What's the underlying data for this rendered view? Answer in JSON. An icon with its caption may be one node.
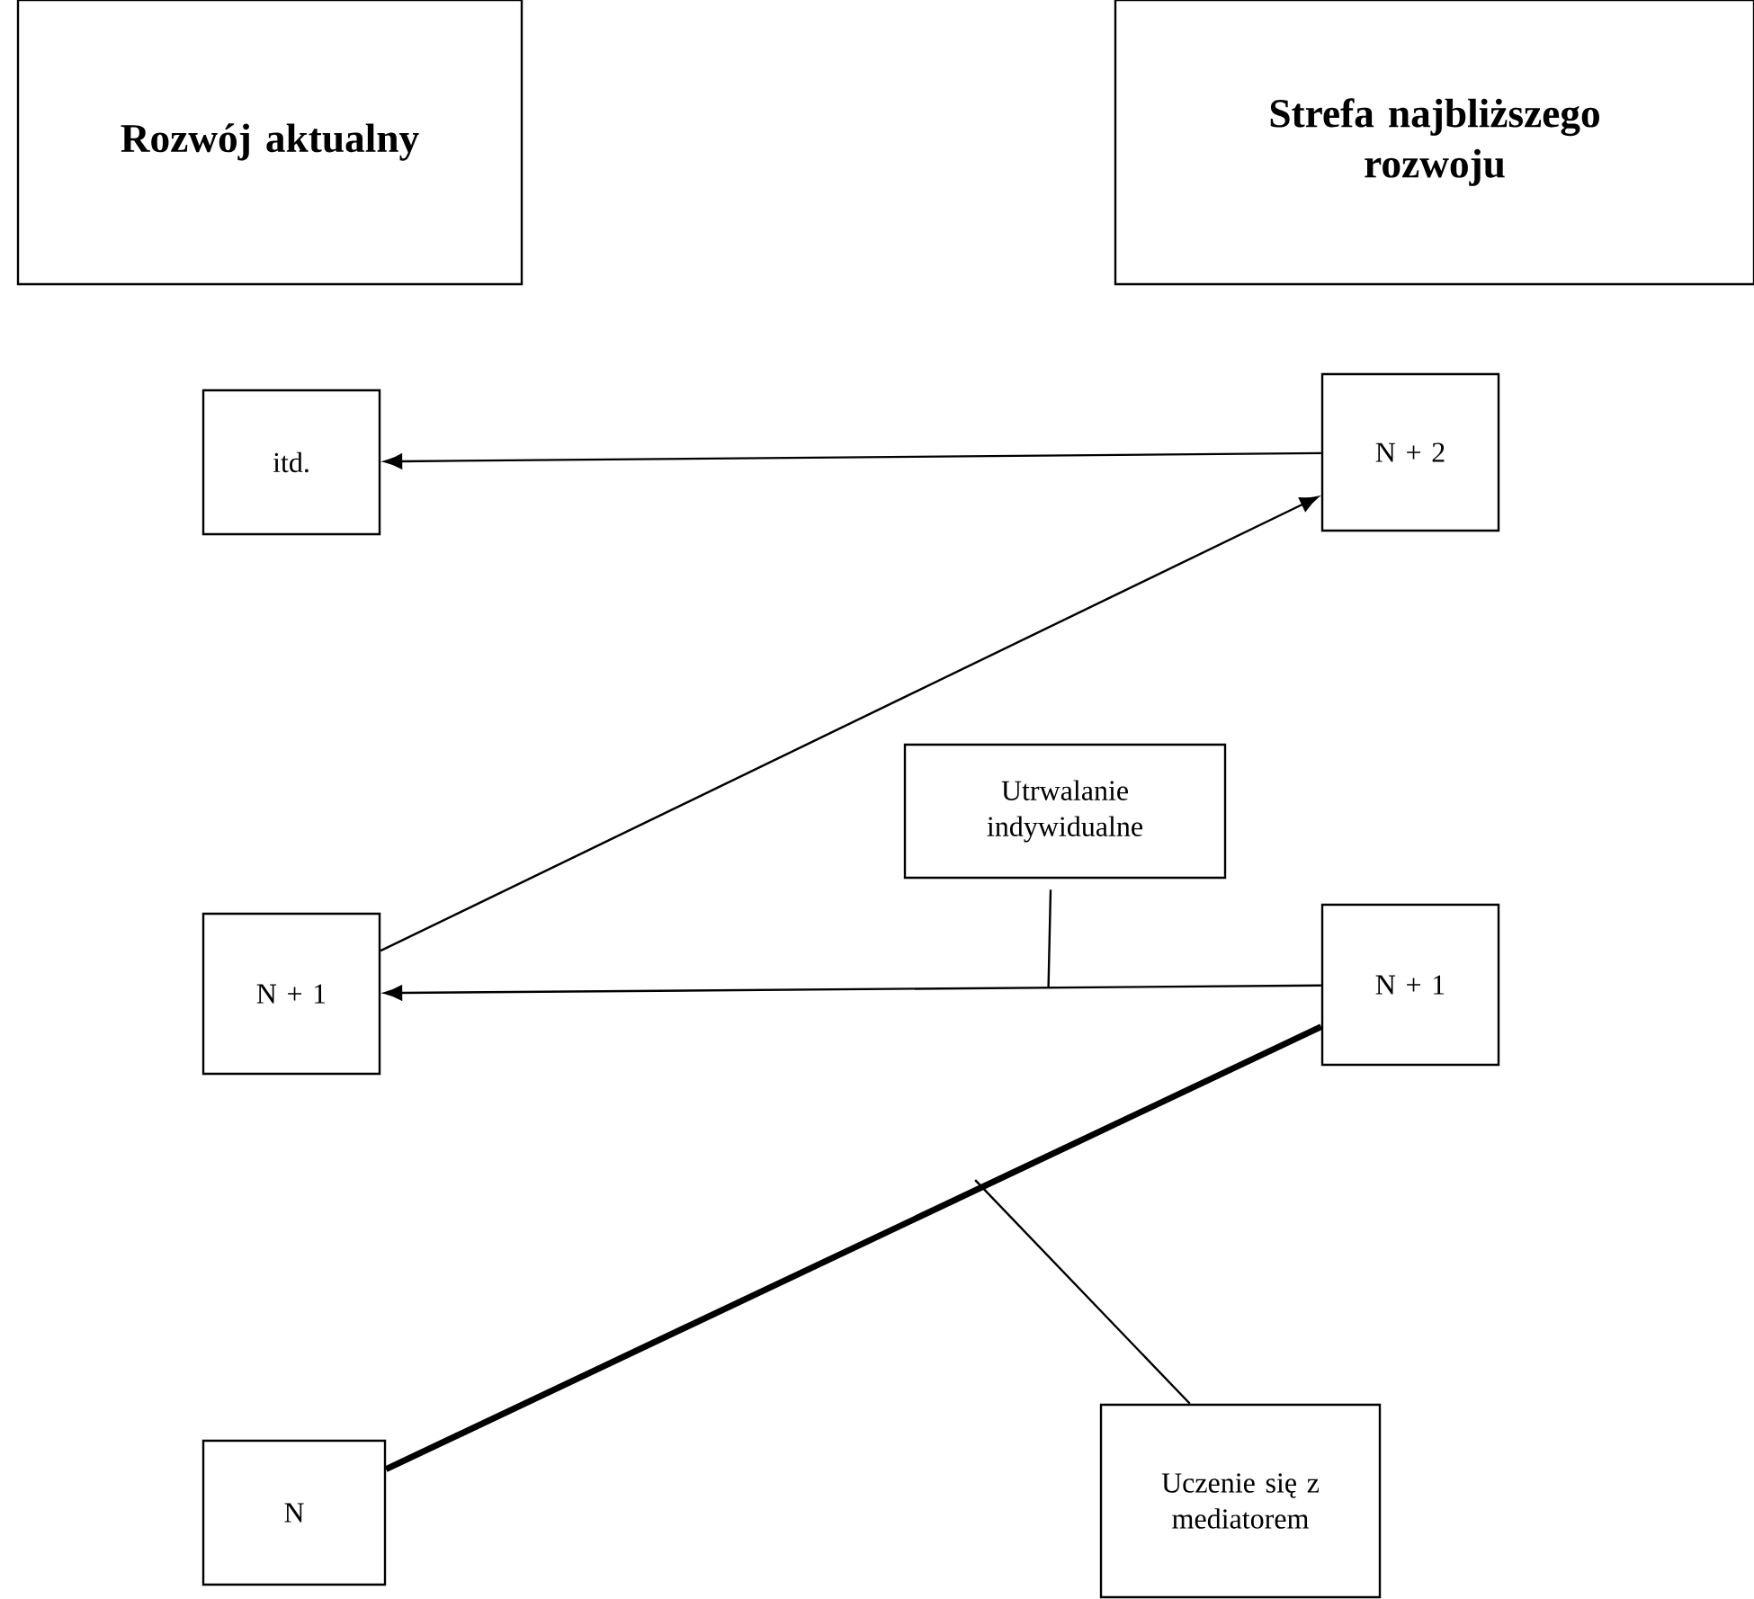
{
  "diagram": {
    "nodes": [
      {
        "text": [
          "Rozwój  aktualny"
        ]
      },
      {
        "text": [
          "Strefa najbliższego rozwoju"
        ]
      },
      {
        "text": [
          "itd."
        ]
      },
      {
        "text": [
          "N + 2"
        ]
      },
      {
        "text": [
          "Utrwalanie indywidualne"
        ]
      },
      {
        "text": [
          "N + 1"
        ]
      },
      {
        "text": [
          "N + 1"
        ]
      },
      {
        "text": [
          "N"
        ]
      },
      {
        "text": [
          "Uczenie się z mediatorem"
        ]
      }
    ],
    "edges": [
      {
        "from": 3,
        "to": 2,
        "arrow": "to"
      },
      {
        "from": 5,
        "to": 3,
        "arrow": "to"
      },
      {
        "from": 6,
        "to": 5,
        "arrow": "to"
      },
      {
        "from": 7,
        "to": 6,
        "arrow": "none",
        "style": "thick"
      },
      {
        "from": 4,
        "to": null,
        "arrow": "none"
      },
      {
        "from": 8,
        "to": null,
        "arrow": "none"
      }
    ]
  }
}
